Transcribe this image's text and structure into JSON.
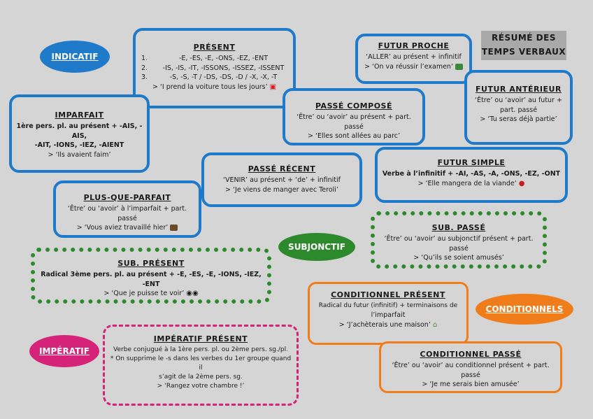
{
  "title": {
    "line1": "RÉSUMÉ DES",
    "line2": "TEMPS VERBAUX"
  },
  "moods": {
    "indicatif": "INDICATIF",
    "subjonctif": "SUBJONCTIF",
    "conditionnels": "CONDITIONNELS",
    "imperatif": "IMPÉRATIF"
  },
  "present": {
    "title": "PRÉSENT",
    "rows": [
      {
        "n": "1.",
        "t": "-E, -ES, -E, -ONS, -EZ, -ENT"
      },
      {
        "n": "2.",
        "t": "-IS, -IS, -IT, -ISSONS, -ISSEZ, -ISSENT"
      },
      {
        "n": "3.",
        "t": "-S, -S, -T / -DS, -DS, -D / -X, -X, -T"
      }
    ],
    "example": "> ‘I prend la voiture tous les jours’"
  },
  "futur_proche": {
    "title": "FUTUR PROCHE",
    "rule": "‘ALLER’ au présent + infinitif",
    "example": "> ‘On va réussir l’examen’"
  },
  "passe_compose": {
    "title": "PASSÉ COMPOSÉ",
    "rule": "‘Être’ ou ‘avoir’ au présent + part. passé",
    "example": "> ‘Elles sont allées au parc’"
  },
  "futur_anterieur": {
    "title": "FUTUR ANTÉRIEUR",
    "rule1": "‘Être’ ou ‘avoir’ au futur +",
    "rule2": "part. passé",
    "example": "> ‘Tu seras déjà partie’"
  },
  "imparfait": {
    "title": "IMPARFAIT",
    "rule1": "1ère pers. pl. au présent + -AIS, -AIS,",
    "rule2": "-AIT, -IONS, -IEZ, -AIENT",
    "example": "> ‘Ils avaient faim’"
  },
  "passe_recent": {
    "title": "PASSÉ RÉCENT",
    "rule": "‘VENIR’ au présent + ‘de’ + infinitif",
    "example": "> ‘Je viens de manger avec Teroli’"
  },
  "futur_simple": {
    "title": "FUTUR SIMPLE",
    "rule": "Verbe à l’infinitif + -AI, -AS, -A, -ONS, -EZ, -ONT",
    "example": "> ‘Elle mangera de la viande’"
  },
  "plus_que_parfait": {
    "title": "PLUS-QUE-PARFAIT",
    "rule": "‘Être’ ou ‘avoir’ à l’imparfait + part. passé",
    "example": "> ‘Vous aviez travaillé hier’"
  },
  "sub_passe": {
    "title": "SUB. PASSÉ",
    "rule": "‘Être’ ou ‘avoir’ au subjonctif présent + part. passé",
    "example": "> ‘Qu’ils se soient amusés’"
  },
  "sub_present": {
    "title": "SUB. PRÉSENT",
    "rule": "Radical 3ème pers. pl. au présent + -E, -ES, -E, -IONS, -IEZ, -ENT",
    "example": "> ‘Que je puisse te voir’"
  },
  "conditionnel_present": {
    "title": "CONDITIONNEL PRÉSENT",
    "rule1": "Radical du futur (infinitif) + terminaisons de",
    "rule2": "l’imparfait",
    "example": "> ‘J’achèterais une maison’"
  },
  "imperatif_present": {
    "title": "IMPÉRATIF PRÉSENT",
    "rule": "Verbe conjugué à la 1ère pers. pl. ou 2ème pers. sg./pl.",
    "note1": "* On supprime le -s dans les verbes du 1er groupe quand il",
    "note2": "s’agit de la 2ème pers. sg.",
    "example": "> ‘Rangez votre chambre !’"
  },
  "conditionnel_passe": {
    "title": "CONDITIONNEL PASSÉ",
    "rule": "‘Être’ ou ‘avoir’ au conditionnel présent + part. passé",
    "example": "> ‘Je me serais bien amusée’"
  },
  "colors": {
    "indicatif": "#1f7ac9",
    "subjonctif": "#2c8a2c",
    "conditionnels": "#f07c1a",
    "imperatif": "#d6237a",
    "background": "#d5d5d5"
  },
  "icons": [
    "car-icon",
    "books-icon",
    "shoe-icon",
    "briefcase-icon",
    "eyes-icon",
    "house-icon"
  ]
}
